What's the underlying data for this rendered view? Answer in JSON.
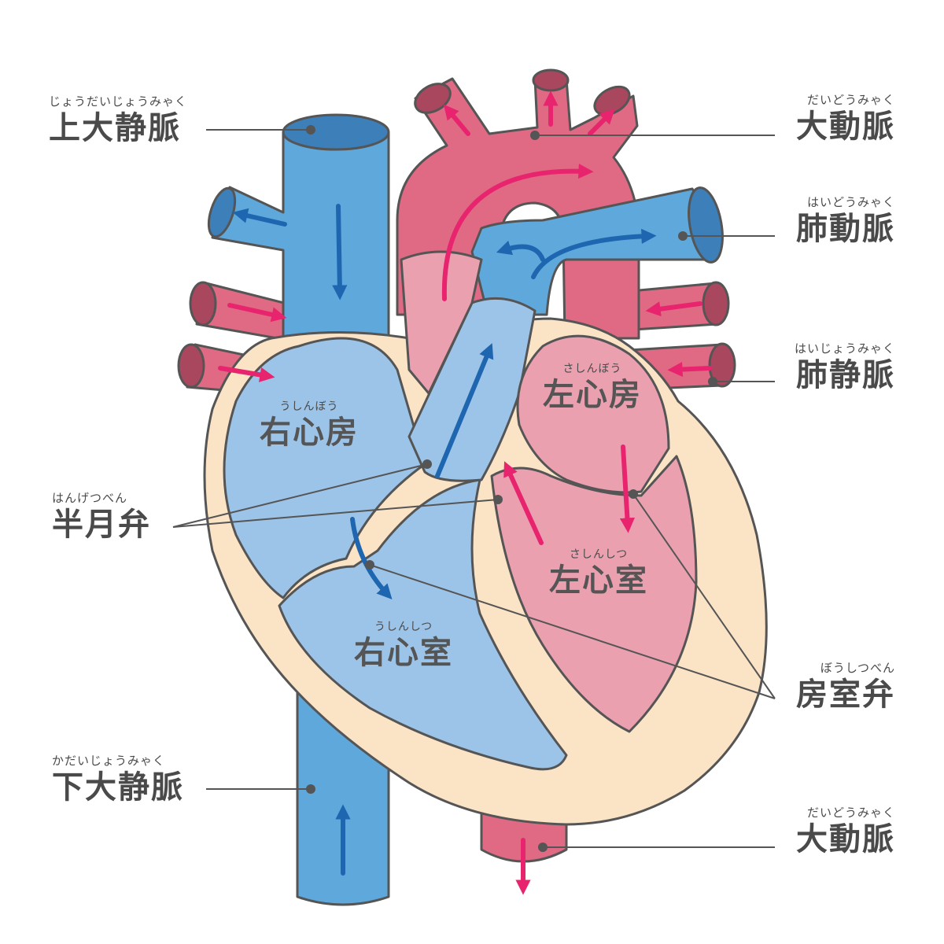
{
  "labels": {
    "svc": {
      "ruby": "じょうだいじょうみゃく",
      "name": "上大静脈"
    },
    "aorta_top": {
      "ruby": "だいどうみゃく",
      "name": "大動脈"
    },
    "pulmonary_artery": {
      "ruby": "はいどうみゃく",
      "name": "肺動脈"
    },
    "pulmonary_vein": {
      "ruby": "はいじょうみゃく",
      "name": "肺静脈"
    },
    "semilunar_valve": {
      "ruby": "はんげつべん",
      "name": "半月弁"
    },
    "av_valve": {
      "ruby": "ぼうしつべん",
      "name": "房室弁"
    },
    "ivc": {
      "ruby": "かだいじょうみゃく",
      "name": "下大静脈"
    },
    "aorta_bottom": {
      "ruby": "だいどうみゃく",
      "name": "大動脈"
    },
    "right_atrium": {
      "ruby": "うしんぼう",
      "name": "右心房"
    },
    "right_ventricle": {
      "ruby": "うしんしつ",
      "name": "右心室"
    },
    "left_atrium": {
      "ruby": "さしんぼう",
      "name": "左心房"
    },
    "left_ventricle": {
      "ruby": "さしんしつ",
      "name": "左心室"
    }
  },
  "colors": {
    "vein_blue": "#5ea8dc",
    "vein_blue_dark": "#3d7fb8",
    "artery_red": "#e06a84",
    "artery_red_dark": "#a8475e",
    "flesh": "#fbe3c6",
    "chamber_blue": "#9cc4e8",
    "chamber_red": "#eba0b0",
    "arrow_blue": "#1f66b0",
    "arrow_pink": "#e8246e",
    "outline": "#555555"
  }
}
